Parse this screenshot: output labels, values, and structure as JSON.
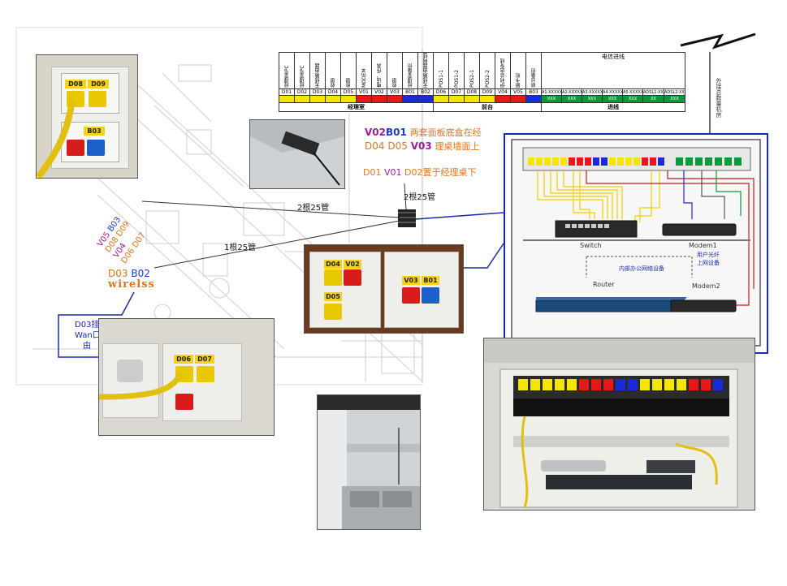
{
  "floorplan": {
    "label_manager": [
      "D01",
      "V01",
      "D02置于经理桌下"
    ],
    "label_back_panel": [
      "V02",
      "B01",
      "两套面板底盒在经",
      "D04",
      "D05",
      "V03",
      "理桌墙面上"
    ],
    "label_rotated": [
      "V05",
      "B03",
      "D08",
      "D09",
      "V04",
      "D06",
      "D07"
    ],
    "label_wireless": [
      "D03",
      "B02",
      "wirelss"
    ],
    "callout_lines": [
      "D03挂",
      "Wan口",
      "由"
    ],
    "conduit_1": "2根25管",
    "conduit_2": "2根25管",
    "conduit_3": "1根25管"
  },
  "port_table": {
    "top_labels": [
      "经理室IPC",
      "经理室IPC",
      "无线路由器",
      "收银",
      "收银",
      "MODEM",
      "电话、传真",
      "收银",
      "经理室备份",
      "无线路由器网线口",
      "POS1-1",
      "POS1-2",
      "POS2-1",
      "POS2-2",
      "伊利总店专线",
      "厨卡机",
      "前台备份"
    ],
    "row1": [
      "D01",
      "D02",
      "D03",
      "D04",
      "D05",
      "V01",
      "V02",
      "V03",
      "B01",
      "B02",
      "D06",
      "D07",
      "D08",
      "D09",
      "V04",
      "V05",
      "B03"
    ],
    "row1_colors": [
      "#f5e600",
      "#f5e600",
      "#f5e600",
      "#f5e600",
      "#f5e600",
      "#e81818",
      "#e81818",
      "#e81818",
      "#1a2ad8",
      "#1a2ad8",
      "#f5e600",
      "#f5e600",
      "#f5e600",
      "#f5e600",
      "#e81818",
      "#e81818",
      "#1a2ad8"
    ],
    "group_manager": "经理室",
    "group_front": "前台",
    "telecom_header": "电信进线",
    "telecom_cols": [
      "A1-XXXXX",
      "A2-XXXXX",
      "A3-XXXXX",
      "A4-XXXXX",
      "A5-XXXXX",
      "ADSL1-XXXXX",
      "ADSL2-XXXXX"
    ],
    "telecom_values": [
      "XXX",
      "XXX",
      "XXX",
      "XXX",
      "XXX",
      "XX",
      "XXX"
    ],
    "group_incoming": "进线"
  },
  "rack_diagram": {
    "switch_label": "Switch",
    "modem1_label": "Modem1",
    "router_label": "Router",
    "modem2_label": "Modem2",
    "note_user": "用户光纤",
    "note_internet": "上网设备",
    "note_office": "内部办公网络设备",
    "antenna_label": "外接总数量机房"
  },
  "photos": {
    "wall_plate_1": [
      "D08",
      "D09",
      "B03"
    ],
    "wall_plate_2": [
      "D04",
      "V02",
      "D05",
      "V03",
      "B01"
    ],
    "wall_plate_3": [
      "D06",
      "D07"
    ]
  },
  "colors": {
    "yellow": "#f5e600",
    "red": "#e81818",
    "blue": "#1a2ad8",
    "callout_blue": "#1a2aa8",
    "orange": "#e0761a",
    "purple": "#9b1d9b"
  }
}
